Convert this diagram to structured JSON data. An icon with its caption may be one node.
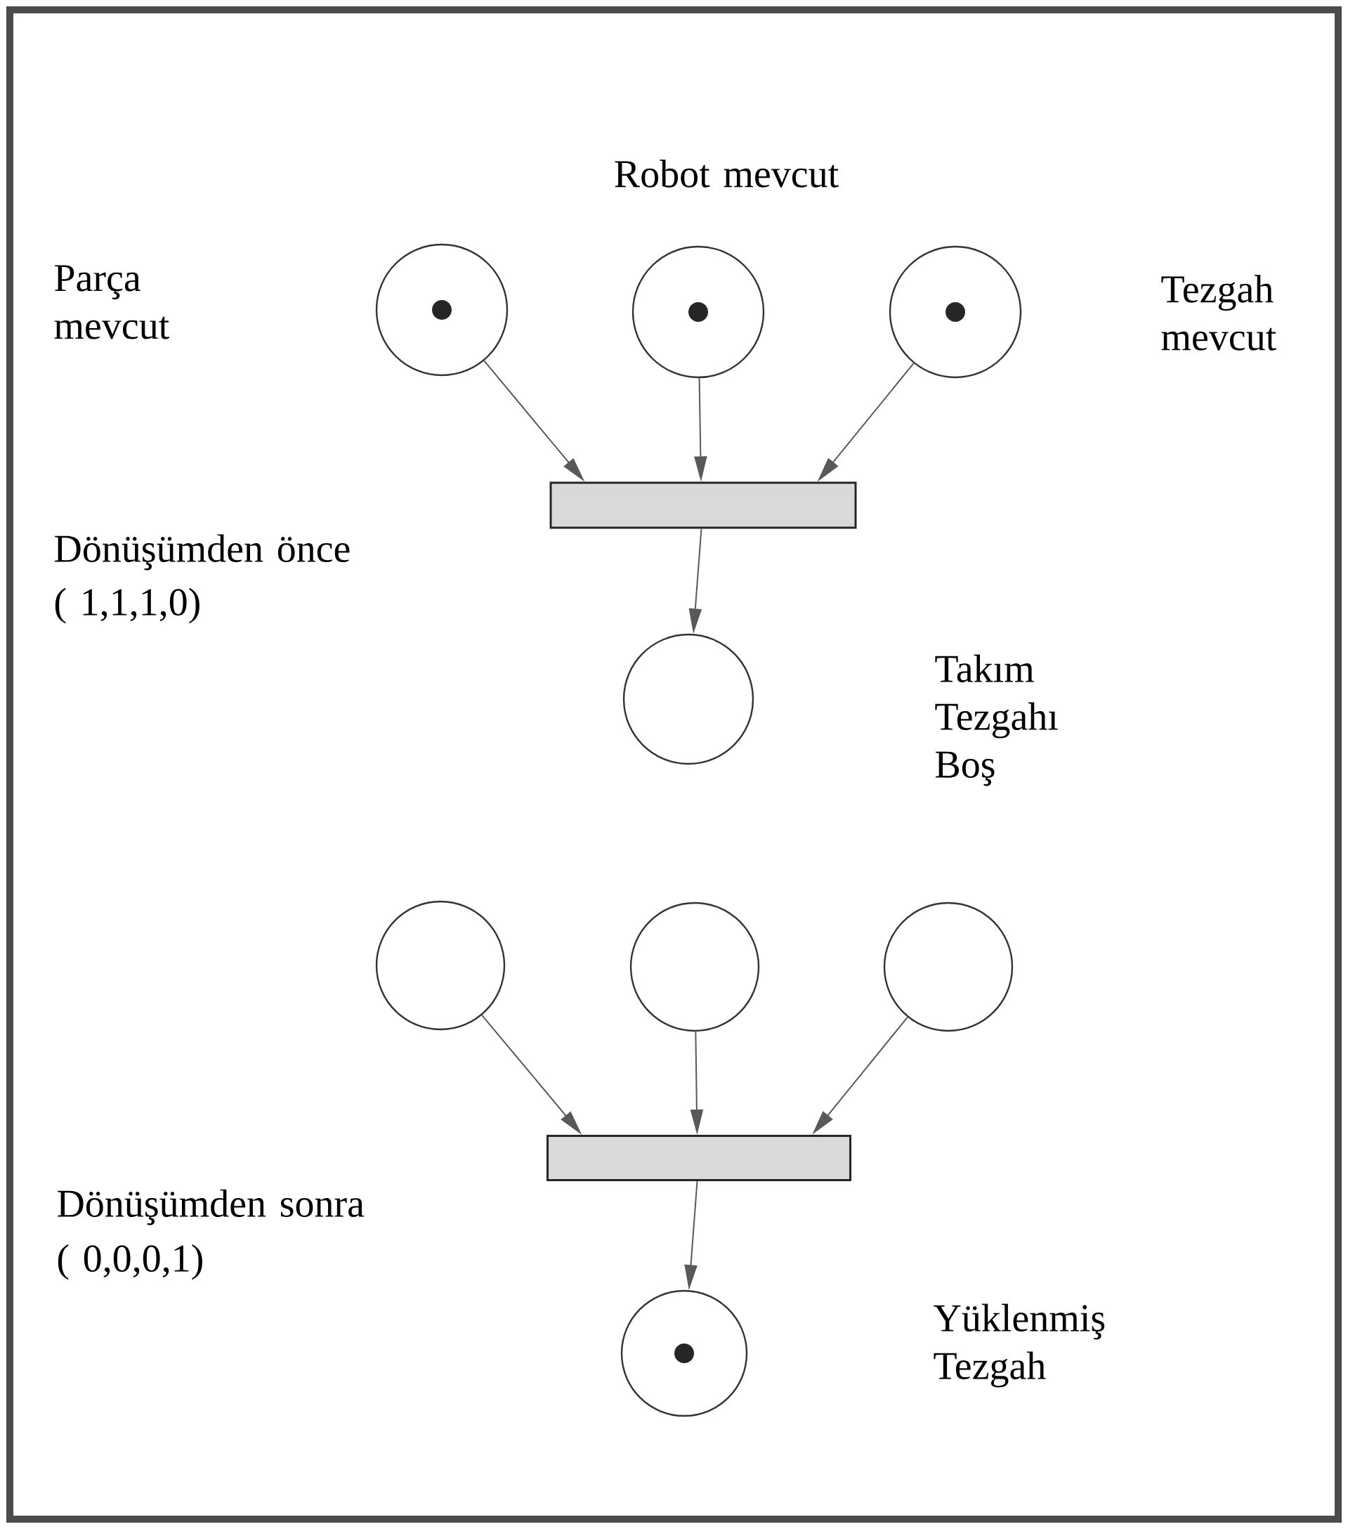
{
  "diagram": {
    "nodes": [
      {
        "text": [],
        "shape": "circle"
      },
      {
        "text": [],
        "shape": "dot",
        "in": 0
      },
      {
        "text": [],
        "shape": "circle",
        "beside": [
          "Robot mevcut"
        ]
      },
      {
        "text": [],
        "shape": "dot",
        "in": 2
      },
      {
        "text": [],
        "shape": "circle",
        "beside": [
          "Tezgah mevcut"
        ]
      },
      {
        "text": [],
        "shape": "dot",
        "in": 4
      },
      {
        "text": [],
        "shape": "bar"
      },
      {
        "text": [],
        "shape": "circle"
      },
      {
        "text": [],
        "shape": "circle"
      },
      {
        "text": [],
        "shape": "circle"
      },
      {
        "text": [],
        "shape": "circle"
      },
      {
        "text": [],
        "shape": "bar"
      },
      {
        "text": [],
        "shape": "circle"
      },
      {
        "text": [],
        "shape": "dot",
        "in": 12
      }
    ],
    "edges": [
      {
        "from": 0,
        "to": 6,
        "arrow": "to"
      },
      {
        "from": 2,
        "to": 6,
        "arrow": "to"
      },
      {
        "from": 4,
        "to": 6,
        "arrow": "to"
      },
      {
        "from": 6,
        "to": 7,
        "arrow": "to"
      },
      {
        "from": 8,
        "to": 11,
        "arrow": "to"
      },
      {
        "from": 9,
        "to": 11,
        "arrow": "to"
      },
      {
        "from": 10,
        "to": 11,
        "arrow": "to"
      },
      {
        "from": 11,
        "to": 12,
        "arrow": "to"
      }
    ],
    "labels": [
      "Parça mevcut",
      "Dönüşümden önce",
      "( 1,1,1,0)",
      "Takım Tezgahı Boş",
      "Dönüşümden sonra",
      "( 0,0,0,1)",
      "Yüklenmiş Tezgah"
    ]
  }
}
